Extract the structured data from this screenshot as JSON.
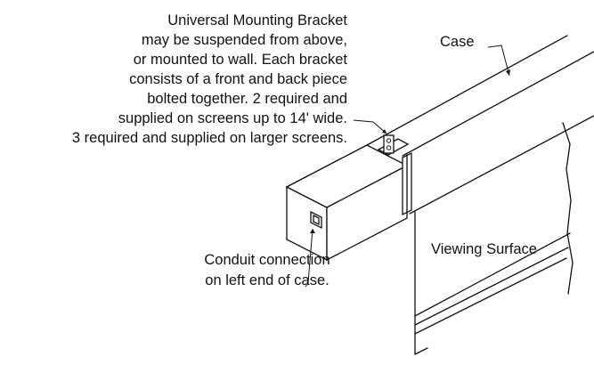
{
  "labels": {
    "bracket_lines": [
      "Universal Mounting Bracket",
      "may be suspended from above,",
      "or mounted to wall. Each bracket",
      "consists of a front and back piece",
      "bolted together. 2 required and",
      "supplied on screens up to 14' wide.",
      "3 required and supplied on larger screens."
    ],
    "case": "Case",
    "viewing_surface": "Viewing Surface",
    "conduit_lines": [
      "Conduit connection",
      "on left end of case."
    ]
  },
  "colors": {
    "ink": "#111111",
    "background": "#ffffff"
  }
}
